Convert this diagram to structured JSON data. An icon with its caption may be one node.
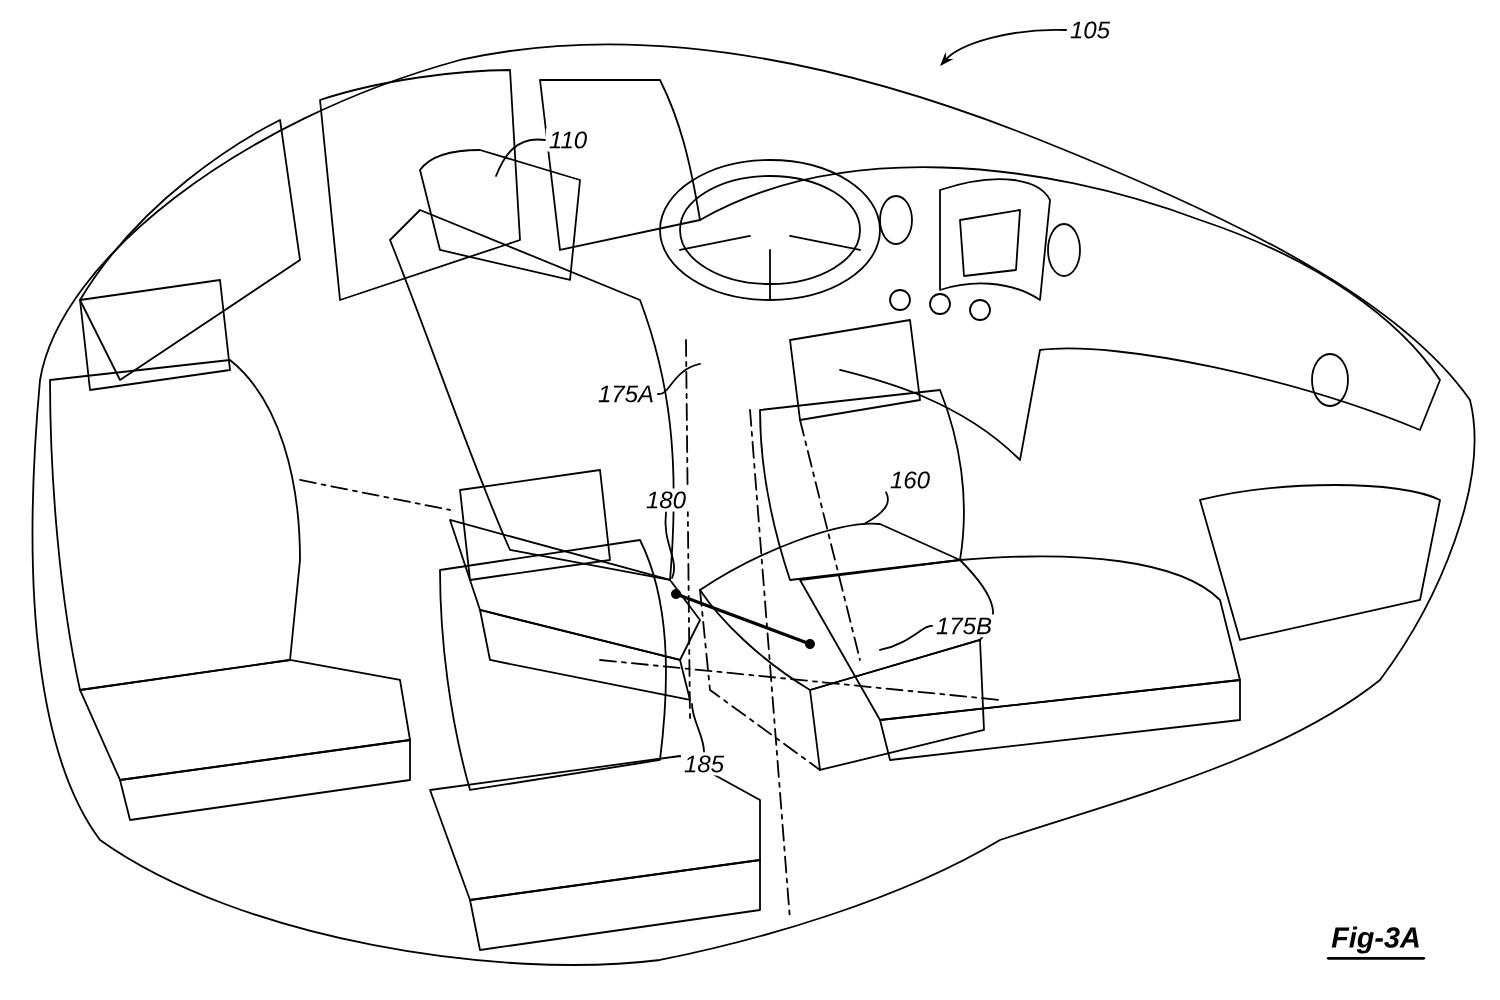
{
  "diagram": {
    "caption": "Fig-3A",
    "nodes": [
      {
        "text": [
          "105"
        ]
      },
      {
        "text": [
          "110"
        ]
      },
      {
        "text": [
          "175A"
        ]
      },
      {
        "text": [
          "180"
        ]
      },
      {
        "text": [
          "160"
        ]
      },
      {
        "text": [
          "175B"
        ]
      },
      {
        "text": [
          "185"
        ]
      }
    ],
    "edges": [
      {
        "from": 0,
        "to": null,
        "arrow": "to"
      },
      {
        "from": 1,
        "to": null,
        "arrow": "none"
      },
      {
        "from": 2,
        "to": null,
        "arrow": "none"
      },
      {
        "from": 3,
        "to": null,
        "arrow": "none"
      },
      {
        "from": 4,
        "to": null,
        "arrow": "none"
      },
      {
        "from": 5,
        "to": null,
        "arrow": "none"
      },
      {
        "from": 6,
        "to": null,
        "arrow": "none"
      }
    ]
  }
}
